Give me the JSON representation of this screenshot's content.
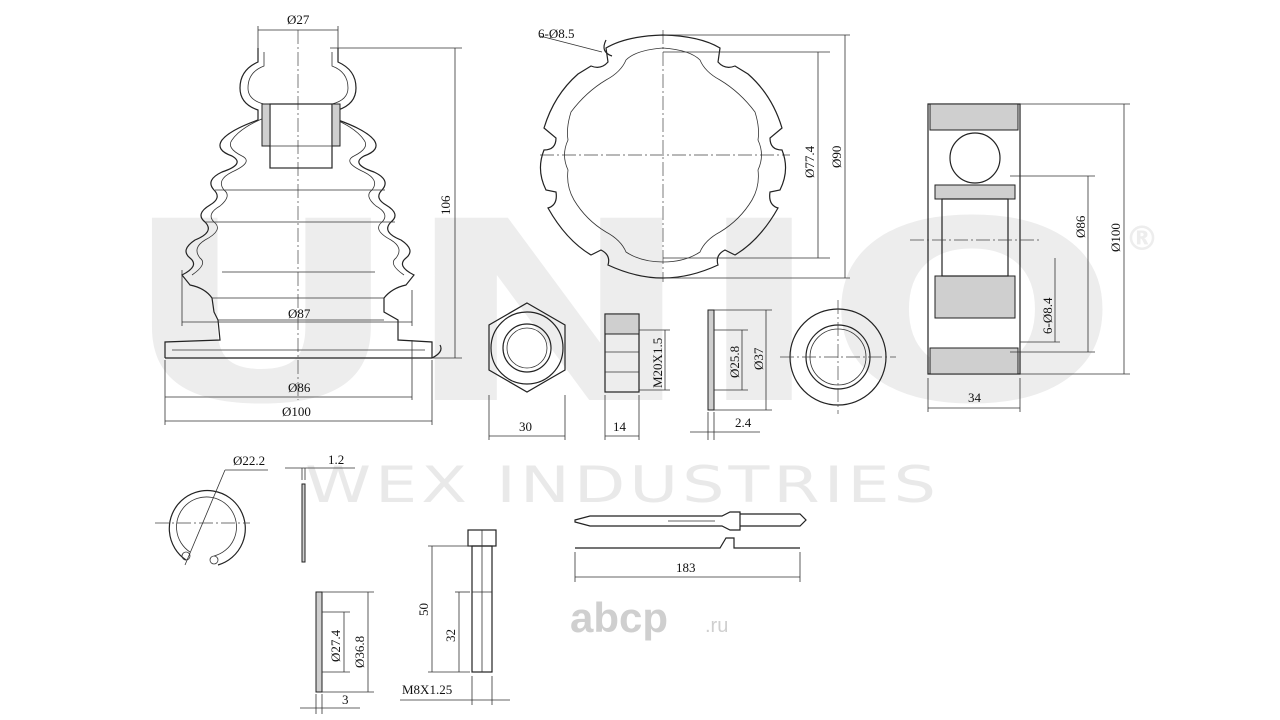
{
  "watermark": {
    "brand": "UNIO",
    "registered": "®",
    "company": "WEX INDUSTRIES"
  },
  "site_logo": {
    "name": "abcp",
    "suffix": ".ru"
  },
  "dimensions": {
    "boot_neck": "Ø27",
    "boot_height": "106",
    "boot_inner": "Ø87",
    "boot_base_inner": "Ø86",
    "boot_base_outer": "Ø100",
    "flange_holes": "6-Ø8.5",
    "flange_pcd": "Ø77.4",
    "flange_od": "Ø90",
    "joint_inner": "Ø86",
    "joint_outer": "Ø100",
    "joint_holes": "6-Ø8.4",
    "joint_width": "34",
    "nut_width": "30",
    "nut_thread": "M20X1.5",
    "nut_height": "14",
    "washer_inner": "Ø25.8",
    "washer_outer": "Ø37",
    "washer_thickness": "2.4",
    "circlip_d": "Ø22.2",
    "circlip_t": "1.2",
    "bolt_length": "50",
    "bolt_thread_len": "32",
    "bolt_thread": "M8X1.25",
    "ring_inner": "Ø27.4",
    "ring_outer": "Ø36.8",
    "ring_width": "3",
    "tie_length": "183"
  }
}
